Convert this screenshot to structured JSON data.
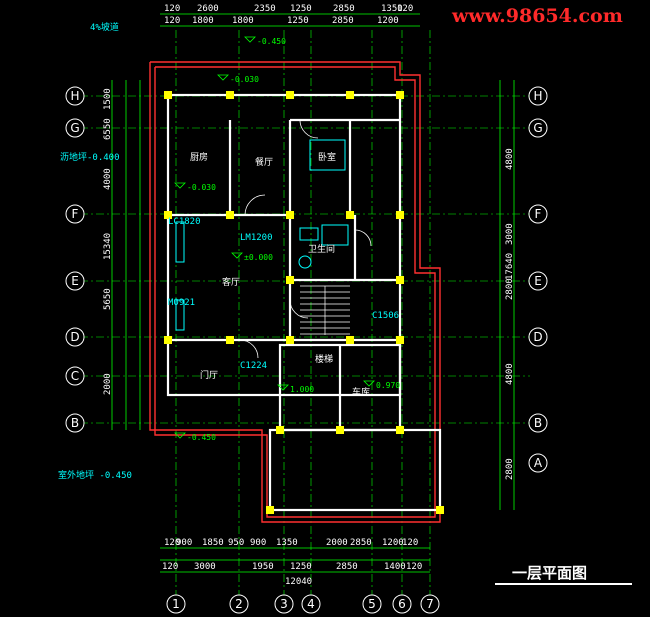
{
  "watermark": "www.98654.com",
  "drawing_title": "一层平面图",
  "colors": {
    "background": "#000000",
    "dim": "#00ff00",
    "wall": "#ffffff",
    "outline": "#ff3030",
    "column": "#ffff00",
    "text": "#ffffff",
    "fixture": "#00ffff",
    "watermark": "#ff2a2a"
  },
  "axes_rows_left": [
    "H",
    "G",
    "F",
    "E",
    "D",
    "C",
    "B"
  ],
  "axes_rows_right": [
    "H",
    "G",
    "F",
    "E",
    "D",
    "B",
    "A"
  ],
  "axes_cols_bottom": [
    "1",
    "2",
    "3",
    "4",
    "5",
    "6",
    "7"
  ],
  "dims": {
    "top_row1": [
      "120",
      "2600",
      "2350",
      "1250",
      "2850",
      "1350",
      "120"
    ],
    "top_row2": [
      "120",
      "1800",
      "1800",
      "1250",
      "2850",
      "1200"
    ],
    "bottom_row1": [
      "120",
      "900",
      "1850",
      "950",
      "900",
      "1350",
      "2000",
      "2850",
      "1200",
      "120"
    ],
    "bottom_row2": [
      "120",
      "3000",
      "1950",
      "1250",
      "2850",
      "1400",
      "120"
    ],
    "bottom_total": "12040",
    "left_outer": [
      "1500",
      "6550",
      "4000",
      "15340",
      "5650",
      "2000"
    ],
    "right_outer": [
      "4800",
      "3000",
      "2800",
      "17640",
      "4800",
      "2800"
    ]
  },
  "rooms": [
    {
      "label": "厨房",
      "kind": "room"
    },
    {
      "label": "餐厅",
      "kind": "room"
    },
    {
      "label": "客厅",
      "kind": "room"
    },
    {
      "label": "卧室",
      "kind": "room"
    },
    {
      "label": "卫生间",
      "kind": "room"
    },
    {
      "label": "车库",
      "kind": "room"
    },
    {
      "label": "门厅",
      "kind": "room"
    },
    {
      "label": "楼梯",
      "kind": "room"
    }
  ],
  "levels": [
    "-0.450",
    "-0.030",
    "±0.000",
    "-0.030",
    "1.000",
    "0.970",
    "-0.450"
  ],
  "annotations": [
    "4%坡道",
    "室外地坪 -0.450",
    "沥地坪-0.400",
    "LM1200",
    "M0921",
    "C1506",
    "C1224",
    "LC1820"
  ]
}
